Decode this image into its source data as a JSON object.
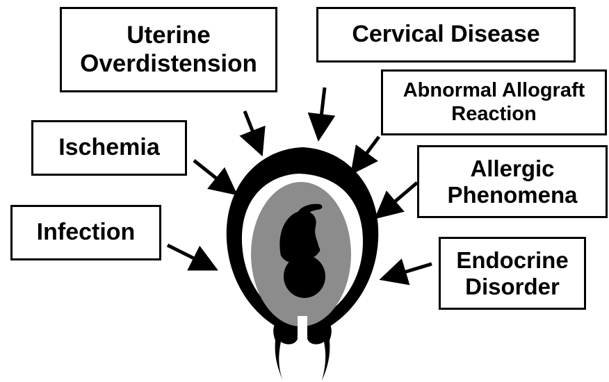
{
  "diagram": {
    "center": {
      "name": "uterus-with-fetus",
      "colors": {
        "wall": "#000000",
        "amniotic_fluid": "#8c8c8c",
        "fetus": "#000000",
        "background": "#ffffff"
      }
    },
    "factors": [
      {
        "id": "uterine",
        "lines": [
          "Uterine",
          "Overdistension"
        ]
      },
      {
        "id": "cervical",
        "lines": [
          "Cervical Disease"
        ]
      },
      {
        "id": "allograft",
        "lines": [
          "Abnormal Allograft",
          "Reaction"
        ]
      },
      {
        "id": "ischemia",
        "lines": [
          "Ischemia"
        ]
      },
      {
        "id": "allergic",
        "lines": [
          "Allergic",
          "Phenomena"
        ]
      },
      {
        "id": "infection",
        "lines": [
          "Infection"
        ]
      },
      {
        "id": "endocrine",
        "lines": [
          "Endocrine",
          "Disorder"
        ]
      }
    ]
  }
}
